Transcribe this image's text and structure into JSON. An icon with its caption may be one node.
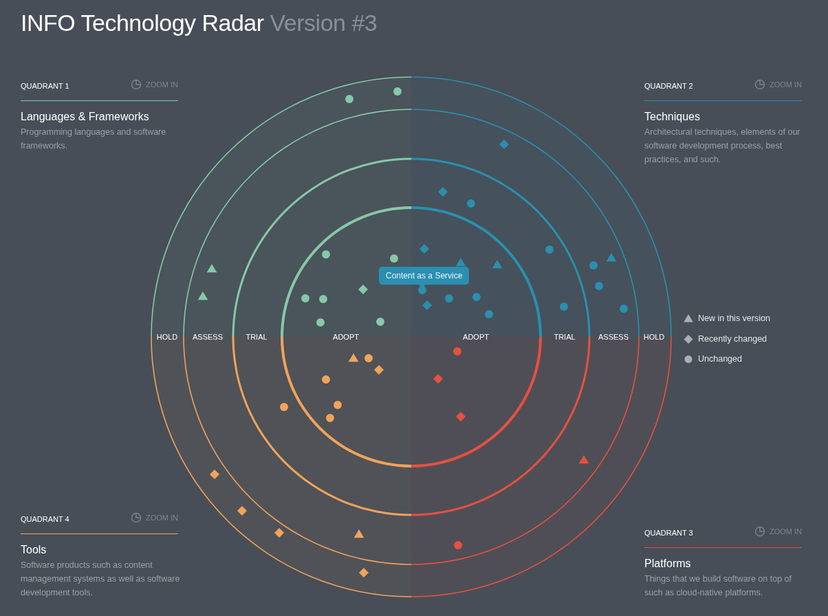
{
  "diagram": {
    "title": "INFO Technology Radar",
    "nodes": [
      {
        "text": [
          "Content as a Service"
        ]
      }
    ],
    "labels": [
      "Version #3",
      "QUADRANT 1",
      "ZOOM IN",
      "Languages & Frameworks",
      "Programming languages and software frameworks.",
      "QUADRANT 2",
      "ZOOM IN",
      "Techniques",
      "Architectural techniques, elements of our software development process, best practices, and such.",
      "HOLD",
      "ASSESS",
      "TRIAL",
      "ADOPT",
      "ADOPT",
      "TRIAL",
      "ASSESS",
      "HOLD",
      "QUADRANT 4",
      "ZOOM IN",
      "Tools",
      "Software products such as content management systems as well as software development tools.",
      "QUADRANT 3",
      "ZOOM IN",
      "Platforms",
      "Things that we build software on top of such as cloud-native platforms."
    ],
    "legend": [
      {
        "text": "New in this version"
      },
      {
        "text": "Recently changed"
      },
      {
        "text": "Unchanged"
      }
    ]
  }
}
